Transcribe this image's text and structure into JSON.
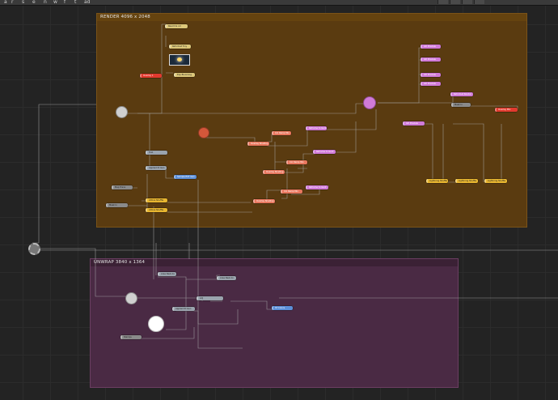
{
  "toolbar": {
    "icons": [
      "a",
      "r",
      "s",
      "e",
      "n",
      "w",
      "f",
      "t",
      "ad"
    ]
  },
  "backdrops": {
    "render": {
      "label": "RENDER  4096  x  2048",
      "color": "#5a3b10"
    },
    "unwrap": {
      "label": "UNWRAP  3840  x  1364",
      "color": "#4a2a44"
    }
  },
  "nodes": {
    "red_left": "Overlay 1",
    "red_right": "Overlay Mix",
    "top_cyan_1": "Read Iris col",
    "top_ylw_1": "Reformat Tiny",
    "top_ylw_2": "Exp Blooming",
    "pink_1": "GD Preview",
    "pink_2": "GD Preview",
    "pink_3": "GD Preview",
    "pink_4": "GD Preview",
    "pink_5": "Reformat Render",
    "pink_6": "GD Preview",
    "salmon_1": "Overlay Shading",
    "salmon_2": "Col Ramp Mix",
    "salmon_3": "Overlay Shading",
    "salmon_4": "Col Ramp Mix",
    "salmon_5": "Overlay Shading",
    "salmon_6": "Col Ramp Mix",
    "pink_mid_1": "Reframe to Gent",
    "pink_mid_2": "Reframe to Gent",
    "pink_mid_3": "Reframe to Gent",
    "gray_1": "Hub",
    "gray_2": "Applied ID Gen",
    "blue_1": "Sample EXT Gen",
    "gold_1": "Atmos Shuffle",
    "gold_2": "Atmos Shuffle",
    "gold_3": "Lightning Shuffle",
    "gold_4": "Lightning Shuffle",
    "gold_5": "Lightning Shuffle",
    "dark_1": "Mask In",
    "dark_2": "Map Trans",
    "dark_3": "Mask In",
    "uw_gray_1": "Area Nest Ax",
    "uw_gray_2": "Area Nest Ax",
    "uw_gray_3": "Adj",
    "uw_gray_4": "Applied ID Gen",
    "uw_blue_1": "ST Colors",
    "uw_dark_1": "Stamps"
  }
}
